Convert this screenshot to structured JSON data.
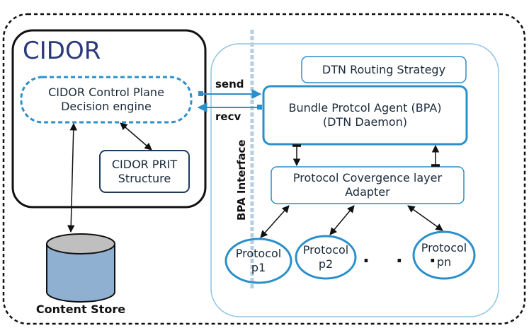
{
  "cidor": {
    "title": "CIDOR",
    "control_plane": "CIDOR Control Plane\nDecision engine",
    "prit": "CIDOR PRIT\nStructure"
  },
  "content_store": {
    "label": "Content Store"
  },
  "interface": {
    "label": "BPA Interface",
    "send": "send",
    "recv": "recv"
  },
  "dtn": {
    "routing": "DTN Routing Strategy",
    "bpa": "Bundle Protcol Agent (BPA)\n(DTN Daemon)",
    "pcl": "Protocol Covergence layer\nAdapter",
    "protocols": [
      "Protocol\np1",
      "Protocol\np2",
      "Protocol\npn"
    ],
    "ellipsis": ". . ."
  },
  "colors": {
    "dark_stroke": "#111111",
    "blue_stroke": "#2b8fc9",
    "light_blue_stroke": "#8fc4e4",
    "cylinder_fill": "#8fb0d0",
    "cylinder_top": "#bfbfbf"
  }
}
